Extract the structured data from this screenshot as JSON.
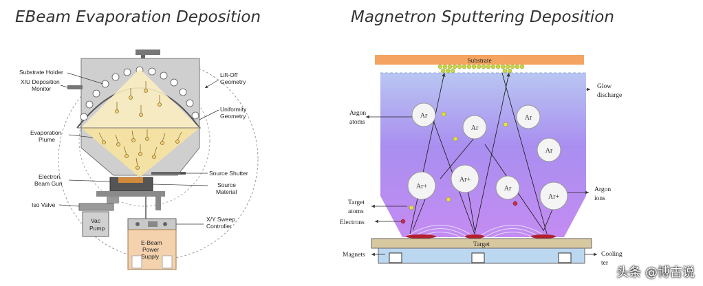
{
  "left": {
    "title": "EBeam Evaporation Deposition",
    "labels": {
      "substrate_holder": "Substrate Holder",
      "xiu_1": "XIU Deposition",
      "xiu_2": "Monitor",
      "evap_1": "Evaporation",
      "evap_2": "Plume",
      "egun_1": "Electron",
      "egun_2": "Beam Gun",
      "iso_valve": "Iso Valve",
      "vac_1": "Vac",
      "vac_2": "Pump",
      "liftoff_1": "Lift-Off",
      "liftoff_2": "Geometry",
      "uniform_1": "Uniformity",
      "uniform_2": "Geometry",
      "shutter": "Source Shutter",
      "material_1": "Source",
      "material_2": "Material",
      "sweep_1": "X/Y Sweep",
      "sweep_2": "Controller",
      "psu_1": "E-Beam",
      "psu_2": "Power",
      "psu_3": "Supply"
    }
  },
  "right": {
    "title": "Magnetron Sputtering Deposition",
    "labels": {
      "substrate": "Substrate",
      "glow_1": "Glow",
      "glow_2": "discharge",
      "argon_atoms_1": "Argon",
      "argon_atoms_2": "atoms",
      "target_atoms_1": "Target",
      "target_atoms_2": "atoms",
      "electrons": "Electrons",
      "argon_ions_1": "Argon",
      "argon_ions_2": "ions",
      "target": "Target",
      "magnets": "Magnets",
      "cooling_1": "Cooling",
      "cooling_2": "ter"
    },
    "particles": {
      "ar": "Ar",
      "ar_plus": "Ar+"
    }
  },
  "watermark": "头条 @博古说",
  "colors": {
    "substrate": "#f4a460",
    "target": "#d8c8a0",
    "magnet_base": "#bcd7f0",
    "plume": "#f7e3a0",
    "chamber": "#c8c8c8"
  }
}
